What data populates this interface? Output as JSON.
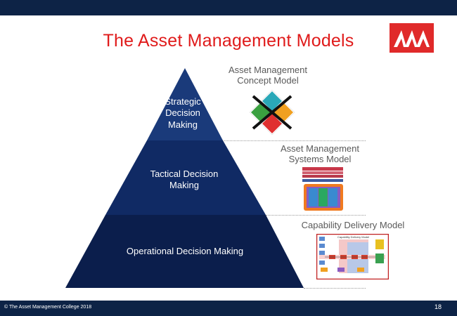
{
  "slide": {
    "title": "The Asset Management Models",
    "footer_left": "© The Asset Management College 2018",
    "page_number": "18"
  },
  "pyramid": {
    "levels": [
      {
        "label": "Strategic Decision Making",
        "color": "#1a3a7a"
      },
      {
        "label": "Tactical Decision Making",
        "color": "#102a64"
      },
      {
        "label": "Operational Decision Making",
        "color": "#0b1e4c"
      }
    ]
  },
  "models": [
    {
      "label": "Asset Management Concept Model"
    },
    {
      "label": "Asset Management Systems Model"
    },
    {
      "label": "Capability Delivery Model",
      "thumbnail_title": "Capability Delivery Model"
    }
  ],
  "colors": {
    "brand_navy": "#0d2346",
    "title_red": "#e01b1b",
    "logo_red": "#e02a2a"
  }
}
